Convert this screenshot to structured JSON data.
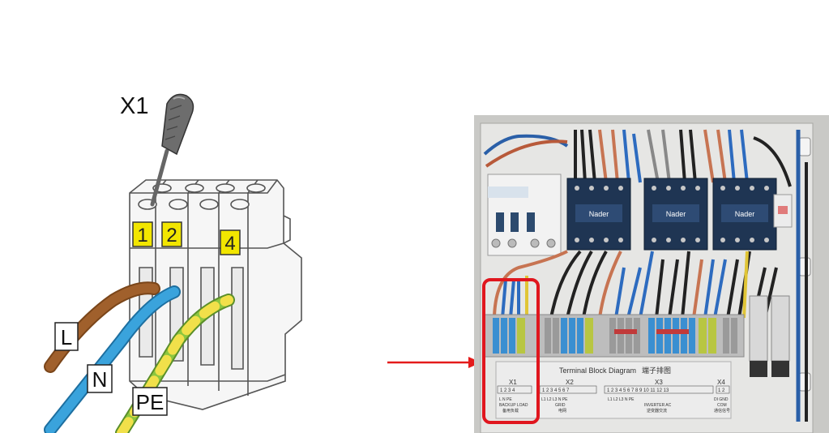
{
  "left_illustration": {
    "terminal_label": "X1",
    "positions": [
      "1",
      "2",
      "4"
    ],
    "wires": [
      "L",
      "N",
      "PE"
    ]
  },
  "right_photo": {
    "contactor_brand": "Nader",
    "diagram_title": "Terminal Block Diagram",
    "diagram_title_cn": "端子排图",
    "blocks": [
      {
        "name": "X1",
        "numbers": "1 2 3 4",
        "signals": "L  N  PE",
        "caption": "BACKUP LOAD",
        "caption_cn": "备用负载"
      },
      {
        "name": "X2",
        "numbers": "1 2 3 4 5 6 7",
        "signals": "L1 L2 L3 N   PE",
        "caption": "GRID",
        "caption_cn": "电网"
      },
      {
        "name": "X3",
        "numbers": "1 2 3 4 5 6 7 8 9 10 11 12 13",
        "signals": "L1  L2  L3  N  PE",
        "caption": "INVERTER AC",
        "caption_cn": "逆变器交流"
      },
      {
        "name": "X4",
        "numbers": "1 2",
        "signals": "DI GND",
        "caption": "COM",
        "caption_cn": "通信信号"
      }
    ]
  },
  "colors": {
    "wire_brown": "#a0602c",
    "wire_blue": "#3aa3dc",
    "wire_pe_green": "#8cc63f",
    "wire_pe_yellow": "#f1e04a",
    "label_yellow": "#f2e600",
    "highlight_red": "#e0161e",
    "arrow_red": "#e41b1b",
    "breaker_blue": "#2c4a6e"
  }
}
